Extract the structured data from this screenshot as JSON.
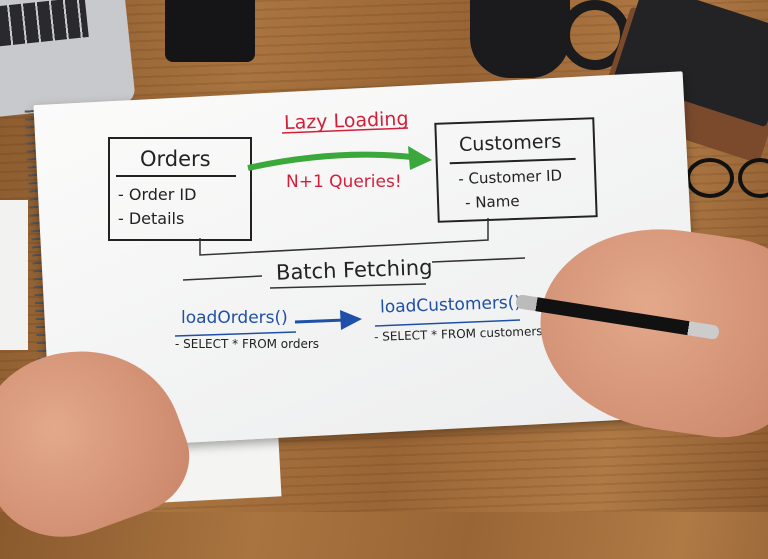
{
  "diagram": {
    "orders": {
      "title": "Orders",
      "fields": [
        "- Order ID",
        "- Details"
      ]
    },
    "customers": {
      "title": "Customers",
      "fields": [
        "- Customer ID",
        "- Name"
      ]
    },
    "lazy_loading": "Lazy Loading",
    "n_plus_one": "N+1 Queries!",
    "batch_fetching": "Batch Fetching",
    "load_orders": "loadOrders()",
    "load_customers": "loadCustomers().",
    "select_orders": "- SELECT * FROM orders",
    "select_customers": "- SELECT * FROM customers"
  },
  "colors": {
    "red": "#d3203a",
    "green": "#3aa83a",
    "blue": "#1f4fa8",
    "ink": "#222222"
  }
}
